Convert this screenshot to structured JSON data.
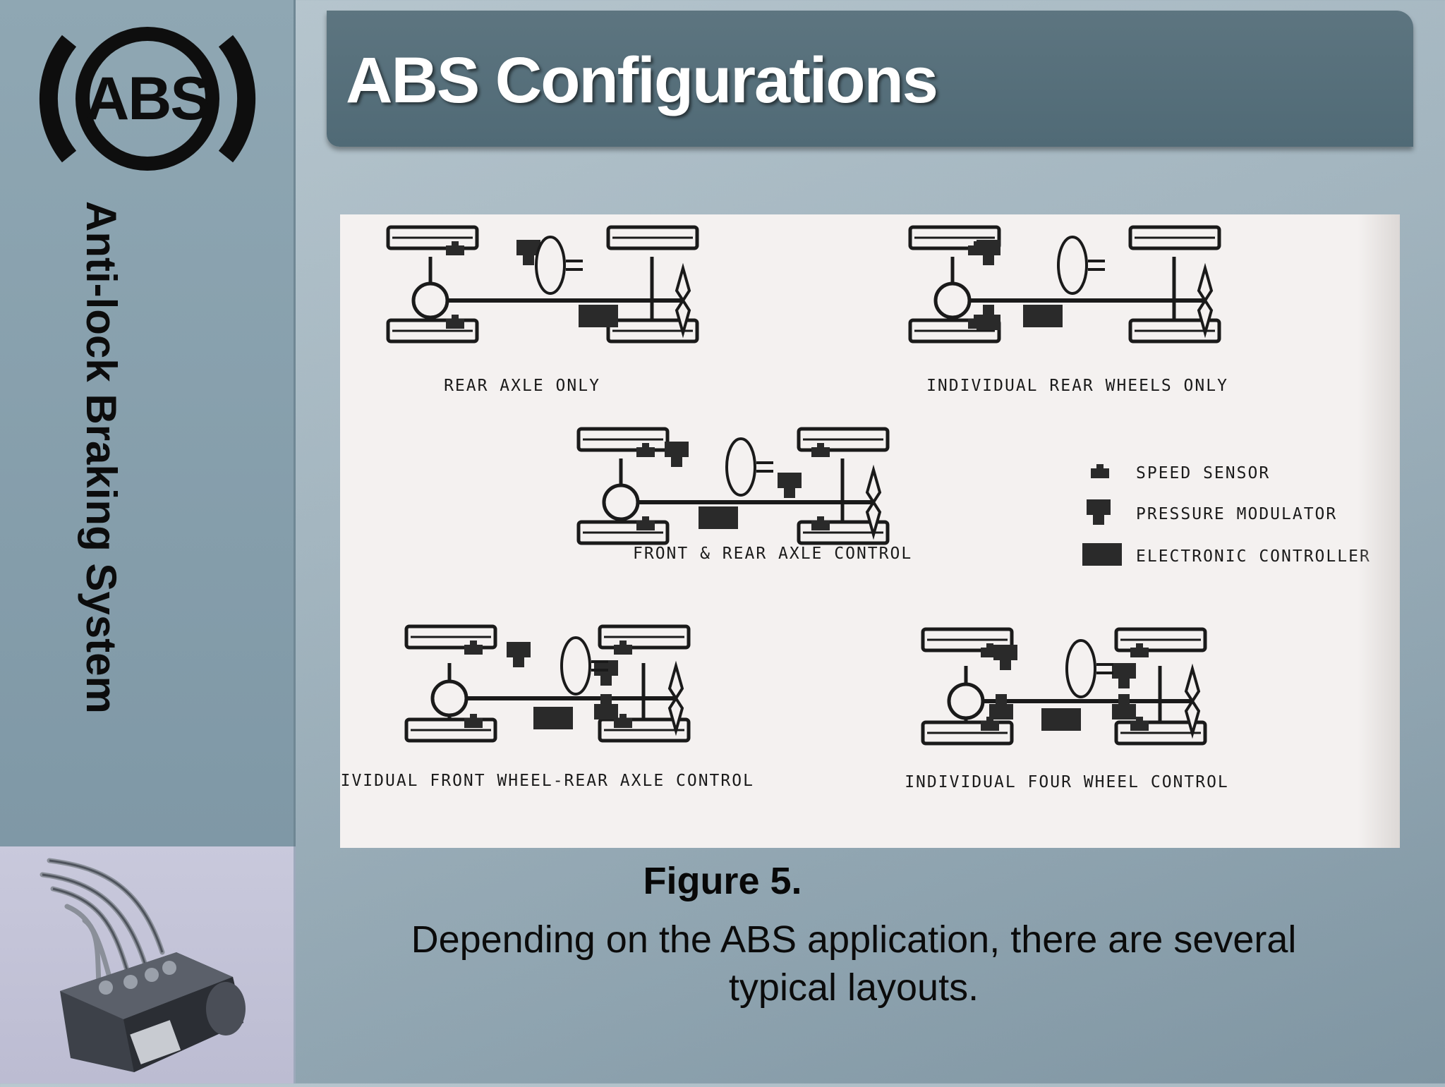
{
  "sidebar": {
    "logo_text": "ABS",
    "vertical_title": "Anti-lock Braking System",
    "photo_icon": "abs-hydraulic-unit-photo"
  },
  "header": {
    "title": "ABS Configurations"
  },
  "figure": {
    "diagrams": [
      {
        "label": "REAR AXLE ONLY"
      },
      {
        "label": "INDIVIDUAL REAR WHEELS ONLY"
      },
      {
        "label": "FRONT & REAR AXLE CONTROL"
      },
      {
        "label": "INDIVIDUAL FRONT WHEEL-REAR AXLE CONTROL"
      },
      {
        "label": "INDIVIDUAL FOUR WHEEL CONTROL"
      }
    ],
    "legend": [
      {
        "icon": "speed-sensor-icon",
        "label": "SPEED SENSOR"
      },
      {
        "icon": "pressure-modulator-icon",
        "label": "PRESSURE MODULATOR"
      },
      {
        "icon": "electronic-controller-icon",
        "label": "ELECTRONIC CONTROLLER"
      }
    ],
    "caption_title": "Figure 5.",
    "caption_body": "Depending on the ABS application, there are several typical layouts."
  },
  "colors": {
    "title_bar": "#506a76",
    "sidebar": "#8fa7b3",
    "panel": "#f4f1f0"
  }
}
